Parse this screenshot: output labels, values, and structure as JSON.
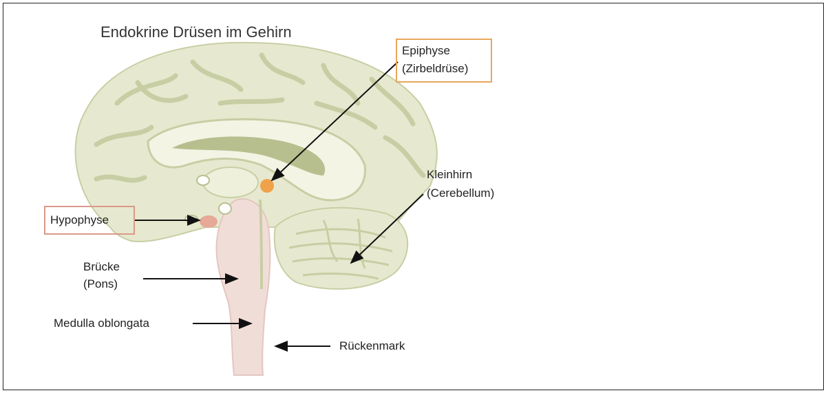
{
  "title": "Endokrine Drüsen im Gehirn",
  "labels": {
    "epiphyse_1": "Epiphyse",
    "epiphyse_2": "(Zirbeldrüse)",
    "kleinhirn_1": "Kleinhirn",
    "kleinhirn_2": "(Cerebellum)",
    "hypophyse": "Hypophyse",
    "bruecke_1": "Brücke",
    "bruecke_2": "(Pons)",
    "medulla": "Medulla oblongata",
    "rueckenmark": "Rückenmark"
  },
  "colors": {
    "brain_fill": "#e6e9cf",
    "brain_fold": "#c8cea4",
    "ventricle": "#b8bf8e",
    "brainstem": "#f1ddd8",
    "epiphyse_gland": "#f0a24a",
    "hypophyse_gland": "#e6a897",
    "epiphyse_box": "#e8a65a",
    "hypophyse_box": "#d9988a"
  }
}
